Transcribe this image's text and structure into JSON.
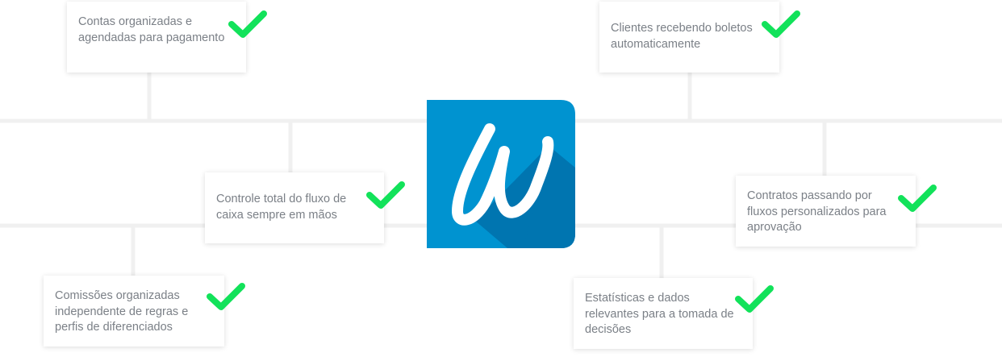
{
  "colors": {
    "brand_blue": "#0093d0",
    "brand_shadow": "#0075b0",
    "check_green": "#12e25a",
    "card_text": "#7b8087",
    "grid_line": "#f0f0f0"
  },
  "logo": {
    "icon": "w-logo-icon",
    "letter": "W"
  },
  "features": [
    {
      "text": "Contas organizadas e agendadas para pagamento",
      "icon": "check-icon"
    },
    {
      "text": "Clientes recebendo boletos automaticamente",
      "icon": "check-icon"
    },
    {
      "text": "Controle total do fluxo de caixa sempre em mãos",
      "icon": "check-icon"
    },
    {
      "text": "Contratos passando por fluxos personalizados para aprovação",
      "icon": "check-icon"
    },
    {
      "text": "Comissões organizadas independente de regras e perfis de diferenciados",
      "icon": "check-icon"
    },
    {
      "text": "Estatísticas e dados relevantes para a tomada de decisões",
      "icon": "check-icon"
    }
  ]
}
